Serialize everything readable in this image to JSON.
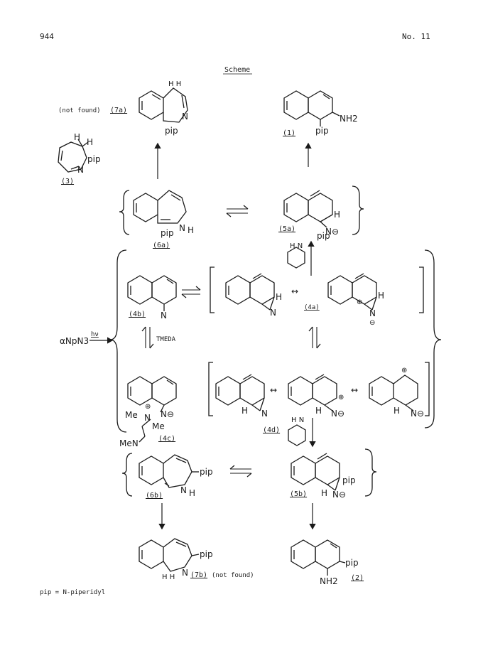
{
  "header": {
    "page_number": "944",
    "issue": "No. 11"
  },
  "scheme_title": "Scheme",
  "footnote": "pip = N-piperidyl",
  "texts": {
    "not_found_label": "(not found)",
    "not_found_label_2": "(not found)",
    "hv": "hν",
    "tmeda": "TMEDA",
    "anpn3": "αNpN3",
    "pip": "pip",
    "nh2": "NH2",
    "h": "H",
    "n": "N",
    "nminus": "N⊖",
    "me": "Me",
    "men": "MeN",
    "plus": "⊕",
    "minus": "⊖",
    "hh": "H H",
    "hn_pip": "H N"
  },
  "compounds": {
    "c1": "(1)",
    "c2": "(2)",
    "c3": "(3)",
    "c4a": "(4a)",
    "c4b": "(4b)",
    "c4c": "(4c)",
    "c4d": "(4d)",
    "c5a": "(5a)",
    "c5b": "(5b)",
    "c6a": "(6a)",
    "c6b": "(6b)",
    "c7a": "(7a)",
    "c7b": "(7b)"
  }
}
